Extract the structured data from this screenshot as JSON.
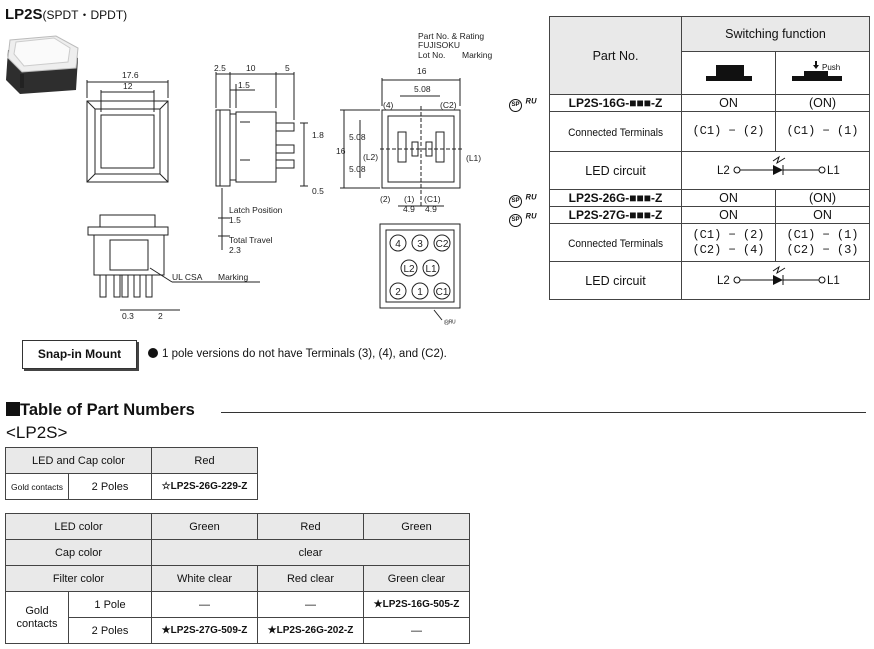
{
  "header": {
    "title": "LP2S",
    "subtitle": "(SPDT・DPDT)"
  },
  "drawing": {
    "dims": {
      "d17_6": "17.6",
      "d12": "12",
      "d2_5": "2.5",
      "d10": "10",
      "d5": "5",
      "d1_5a": "1.5",
      "d1_8": "1.8",
      "d16v": "16",
      "d0_5": "0.5",
      "d16h": "16",
      "d5_08a": "5.08",
      "d5_08b": "5.08",
      "d5_08c": "5.08",
      "d4_9a": "4.9",
      "d4_9b": "4.9",
      "d0_3": "0.3",
      "d2": "2"
    },
    "labels": {
      "latch_position": "Latch Position",
      "latch_value": "1.5",
      "total_travel": "Total Travel",
      "travel_value": "2.3",
      "ul_csa": "UL CSA",
      "marking": "Marking",
      "part_no_rating": "Part No. & Rating",
      "fujisoku": "FUJISOKU",
      "lot_no": "Lot  No.",
      "marking2": "Marking",
      "t4": "(4)",
      "tc2": "(C2)",
      "t2": "(2)",
      "t1": "(1)",
      "tc1": "(C1)",
      "tl2": "(L2)",
      "tl1": "(L1)",
      "p4": "4",
      "p3": "3",
      "pc2": "C2",
      "pl2": "L2",
      "pl1": "L1",
      "p2": "2",
      "p1": "1",
      "pc1": "C1",
      "ul_mark": "®ᴿᵁ"
    }
  },
  "switch_table": {
    "part_no_header": "Part No.",
    "function_header": "Switching function",
    "push_label": "Push",
    "rows": {
      "p16": "LP2S-16G-■■■-Z",
      "p16_off": "ON",
      "p16_on": "(ON)",
      "ct_label1": "Connected Terminals",
      "ct1_a": "(C1) − (2)",
      "ct1_b": "(C1) − (1)",
      "led_label1": "LED circuit",
      "p26": "LP2S-26G-■■■-Z",
      "p26_off": "ON",
      "p26_on": "(ON)",
      "p27": "LP2S-27G-■■■-Z",
      "p27_off": "ON",
      "p27_on": "ON",
      "ct_label2": "Connected Terminals",
      "ct2_a1": "(C1) − (2)",
      "ct2_a2": "(C2) − (4)",
      "ct2_b1": "(C1) − (1)",
      "ct2_b2": "(C2) − (3)",
      "led_label2": "LED circuit"
    },
    "led": {
      "l2": "L2",
      "l1": "L1"
    }
  },
  "snap": {
    "box": "Snap-in Mount",
    "note": "1 pole versions do not have Terminals (3), (4), and (C2)."
  },
  "section": {
    "title": "Table of Part Numbers",
    "sub": "<LP2S>"
  },
  "table1": {
    "h_label": "LED and Cap color",
    "h_red": "Red",
    "r_gold": "Gold contacts",
    "r_poles": "2 Poles",
    "r_part": "☆LP2S-26G-229-Z"
  },
  "table2": {
    "led_color": "LED color",
    "led": [
      "Green",
      "Red",
      "Green"
    ],
    "cap_color": "Cap color",
    "cap": "clear",
    "filter_color": "Filter color",
    "filter": [
      "White clear",
      "Red clear",
      "Green clear"
    ],
    "gold_contacts": "Gold contacts",
    "pole1": "1 Pole",
    "pole2": "2 Poles",
    "r1": [
      "—",
      "—",
      "★LP2S-16G-505-Z"
    ],
    "r2": [
      "★LP2S-27G-509-Z",
      "★LP2S-26G-202-Z",
      "—"
    ]
  },
  "certs": {
    "csa": "SP",
    "ul": "ᴿᵁ"
  }
}
